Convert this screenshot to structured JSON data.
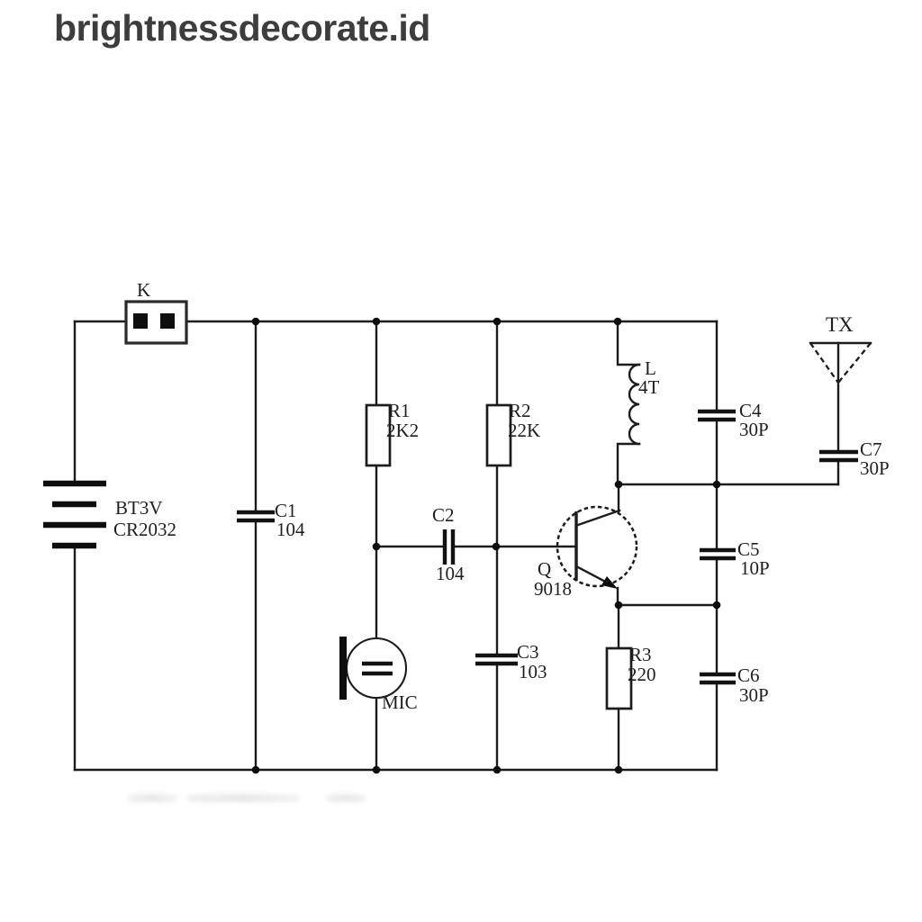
{
  "watermark": {
    "text": "brightnessdecorate.id"
  },
  "schematic": {
    "colors": {
      "ink": "#1c1c1c",
      "background": "#ffffff",
      "watermark": "#3d3d3d"
    },
    "components": {
      "switch_k": {
        "ref": "K"
      },
      "battery": {
        "ref": "BT3V",
        "model": "CR2032"
      },
      "c1": {
        "ref": "C1",
        "value": "104"
      },
      "c2": {
        "ref": "C2",
        "value": "104"
      },
      "c3": {
        "ref": "C3",
        "value": "103"
      },
      "c4": {
        "ref": "C4",
        "value": "30P"
      },
      "c5": {
        "ref": "C5",
        "value": "10P"
      },
      "c6": {
        "ref": "C6",
        "value": "30P"
      },
      "c7": {
        "ref": "C7",
        "value": "30P"
      },
      "r1": {
        "ref": "R1",
        "value": "2K2"
      },
      "r2": {
        "ref": "R2",
        "value": "22K"
      },
      "r3": {
        "ref": "R3",
        "value": "220"
      },
      "inductor_l": {
        "ref": "L",
        "value": "4T"
      },
      "transistor_q": {
        "ref": "Q",
        "value": "9018"
      },
      "mic": {
        "ref": "MIC"
      },
      "antenna_tx": {
        "ref": "TX"
      }
    }
  }
}
